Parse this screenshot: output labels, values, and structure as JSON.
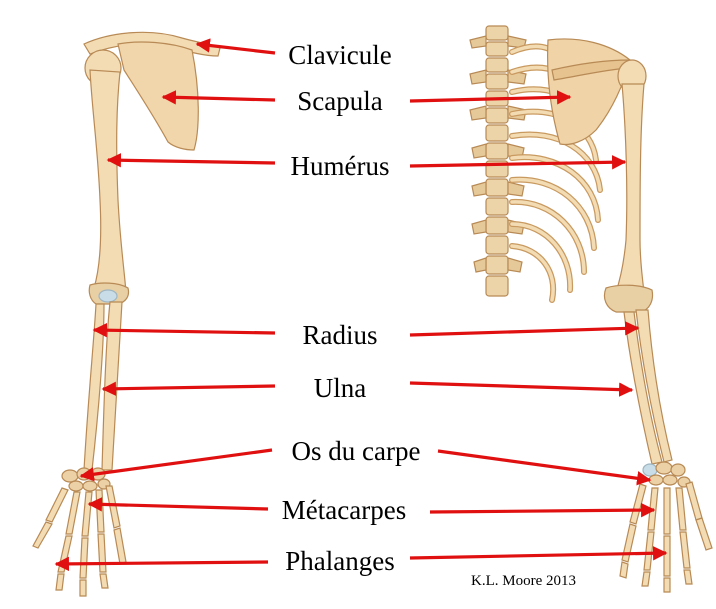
{
  "labels": {
    "clavicule": "Clavicule",
    "scapula": "Scapula",
    "humerus": "Humérus",
    "radius": "Radius",
    "ulna": "Ulna",
    "carpe": "Os du carpe",
    "metacarpes": "Métacarpes",
    "phalanges": "Phalanges"
  },
  "credit": "K.L. Moore 2013",
  "colors": {
    "arrow": "#e01010",
    "bone_fill": "#f3dcb4",
    "bone_shade": "#dcb98a",
    "bone_outline": "#b88a55",
    "cartilage": "#c9dde8"
  }
}
